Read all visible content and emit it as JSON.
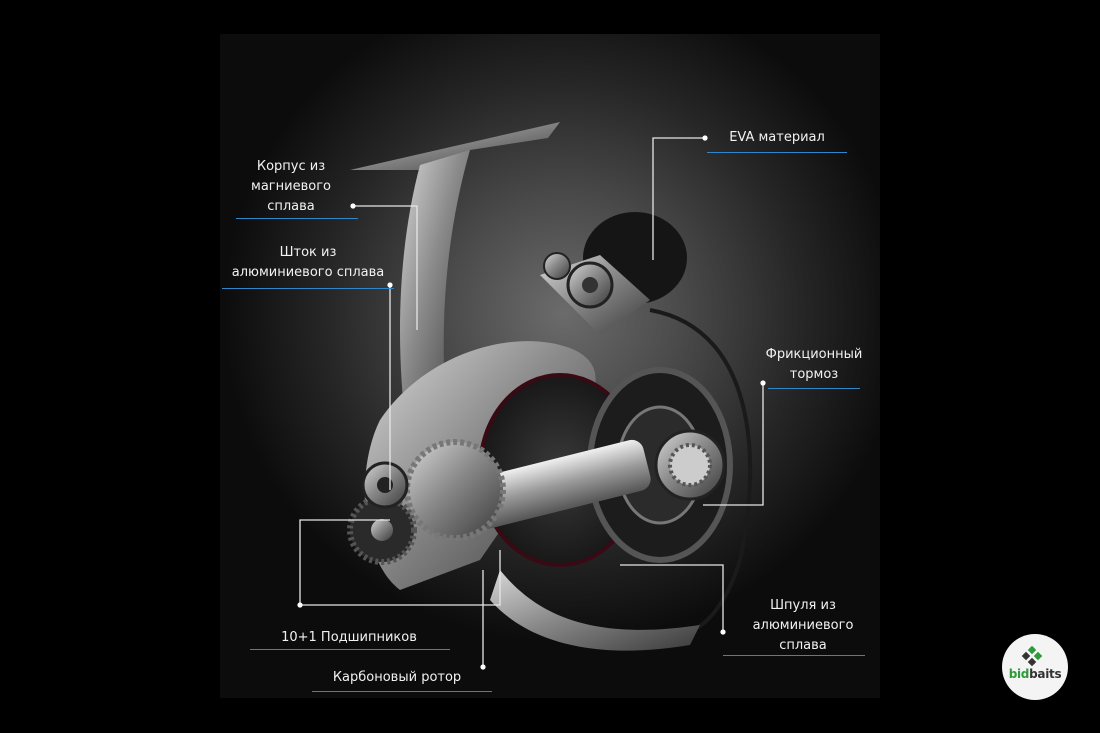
{
  "labels": {
    "eva": "EVA материал",
    "body": [
      "Корпус из",
      "магниевого",
      "сплава"
    ],
    "shaft": [
      "Шток из",
      "алюминиевого сплава"
    ],
    "drag": [
      "Фрикционный",
      "тормоз"
    ],
    "spool": [
      "Шпуля из",
      "алюминиевого",
      "сплава"
    ],
    "bearings": "10+1 Подшипников",
    "rotor": "Карбоновый ротор"
  },
  "logo": {
    "brand_prefix": "bid",
    "brand_suffix": "baits"
  },
  "colors": {
    "background": "#000000",
    "label_text": "#f2f2f2",
    "underline_accent": "#2f86c9",
    "leader_line": "#e6e6e6",
    "logo_green": "#2f9a3a"
  },
  "icons": {
    "logo": "bidbaits-logo-icon"
  }
}
